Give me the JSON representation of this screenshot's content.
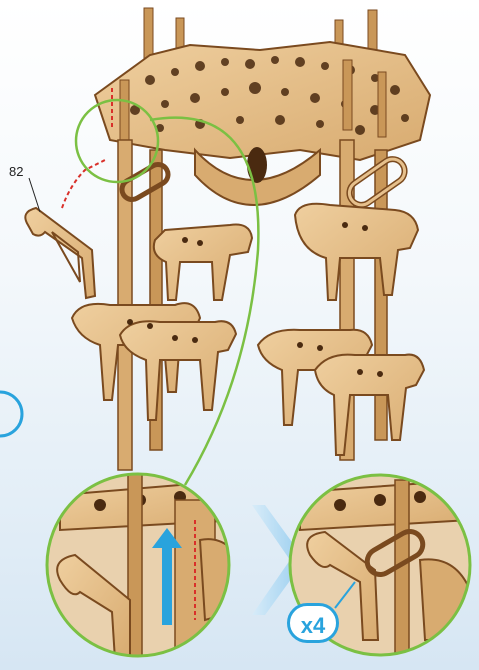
{
  "callouts": {
    "part_number": "82",
    "quantity": "x4"
  },
  "colors": {
    "wood_light": "#e6c08c",
    "wood_mid": "#c99758",
    "wood_dark": "#7a4a1f",
    "hole": "#4a2a10",
    "zoom_ring": "#7bc043",
    "accent_blue": "#29a3dd",
    "guide_red": "#d9302a"
  },
  "icons": {
    "step_arrow": "chevron-right",
    "insert_arrow": "arrow-up"
  }
}
